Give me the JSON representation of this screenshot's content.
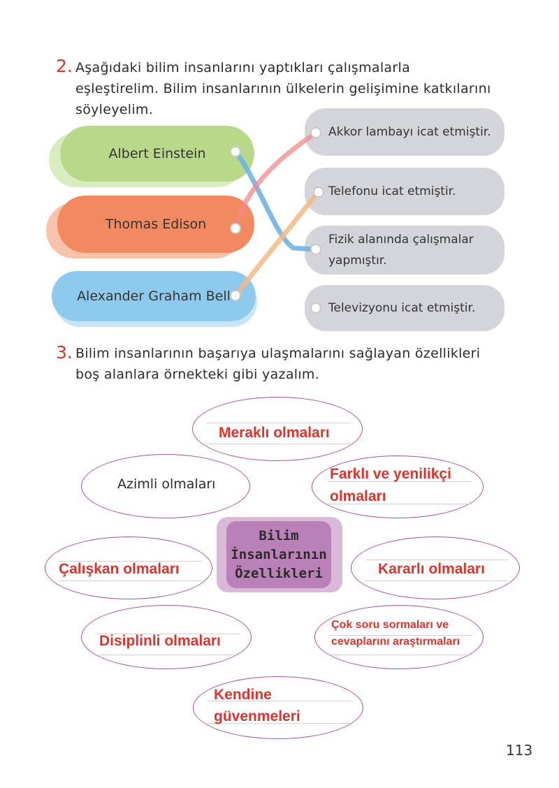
{
  "q2": {
    "number": "2.",
    "lines": [
      "Aşağıdaki bilim insanlarını yaptıkları çalışmalarla",
      "eşleştirelim. Bilim insanlarının ülkelerin gelişimine katkılarını",
      "söyleyelim."
    ],
    "scientists": [
      "Albert Einstein",
      "Thomas Edison",
      "Alexander Graham Bell"
    ],
    "achievements": [
      [
        "Akkor lambayı icat etmiştir."
      ],
      [
        "Telefonu icat etmiştir."
      ],
      [
        "Fizik alanında çalışmalar",
        "yapmıştır."
      ],
      [
        "Televizyonu icat etmiştir."
      ]
    ],
    "colors": {
      "green": "#b9d98a",
      "orange": "#f2895f",
      "blue": "#8ec9ee",
      "gray": "#d4d5da"
    }
  },
  "q3": {
    "number": "3.",
    "lines": [
      "Bilim insanlarının başarıya ulaşmalarını sağlayan özellikleri",
      "boş alanlara örnekteki gibi yazalım."
    ],
    "center": [
      "Bilim",
      "İnsanlarının",
      "Özellikleri"
    ],
    "answers": {
      "merakli": "Meraklı olmaları",
      "azimli": "Azimli olmaları",
      "farkli_1": "Farklı ve yenilikçi",
      "farkli_2": "olmaları",
      "caliskan": "Çalışkan olmaları",
      "kararli": "Kararlı olmaları",
      "disiplinli": "Disiplinli olmaları",
      "soru_1": "Çok soru sormaları ve",
      "soru_2": "cevaplarını araştırmaları",
      "kendine_1": "Kendine",
      "kendine_2": "güvenmeleri"
    }
  },
  "page_number": "113"
}
